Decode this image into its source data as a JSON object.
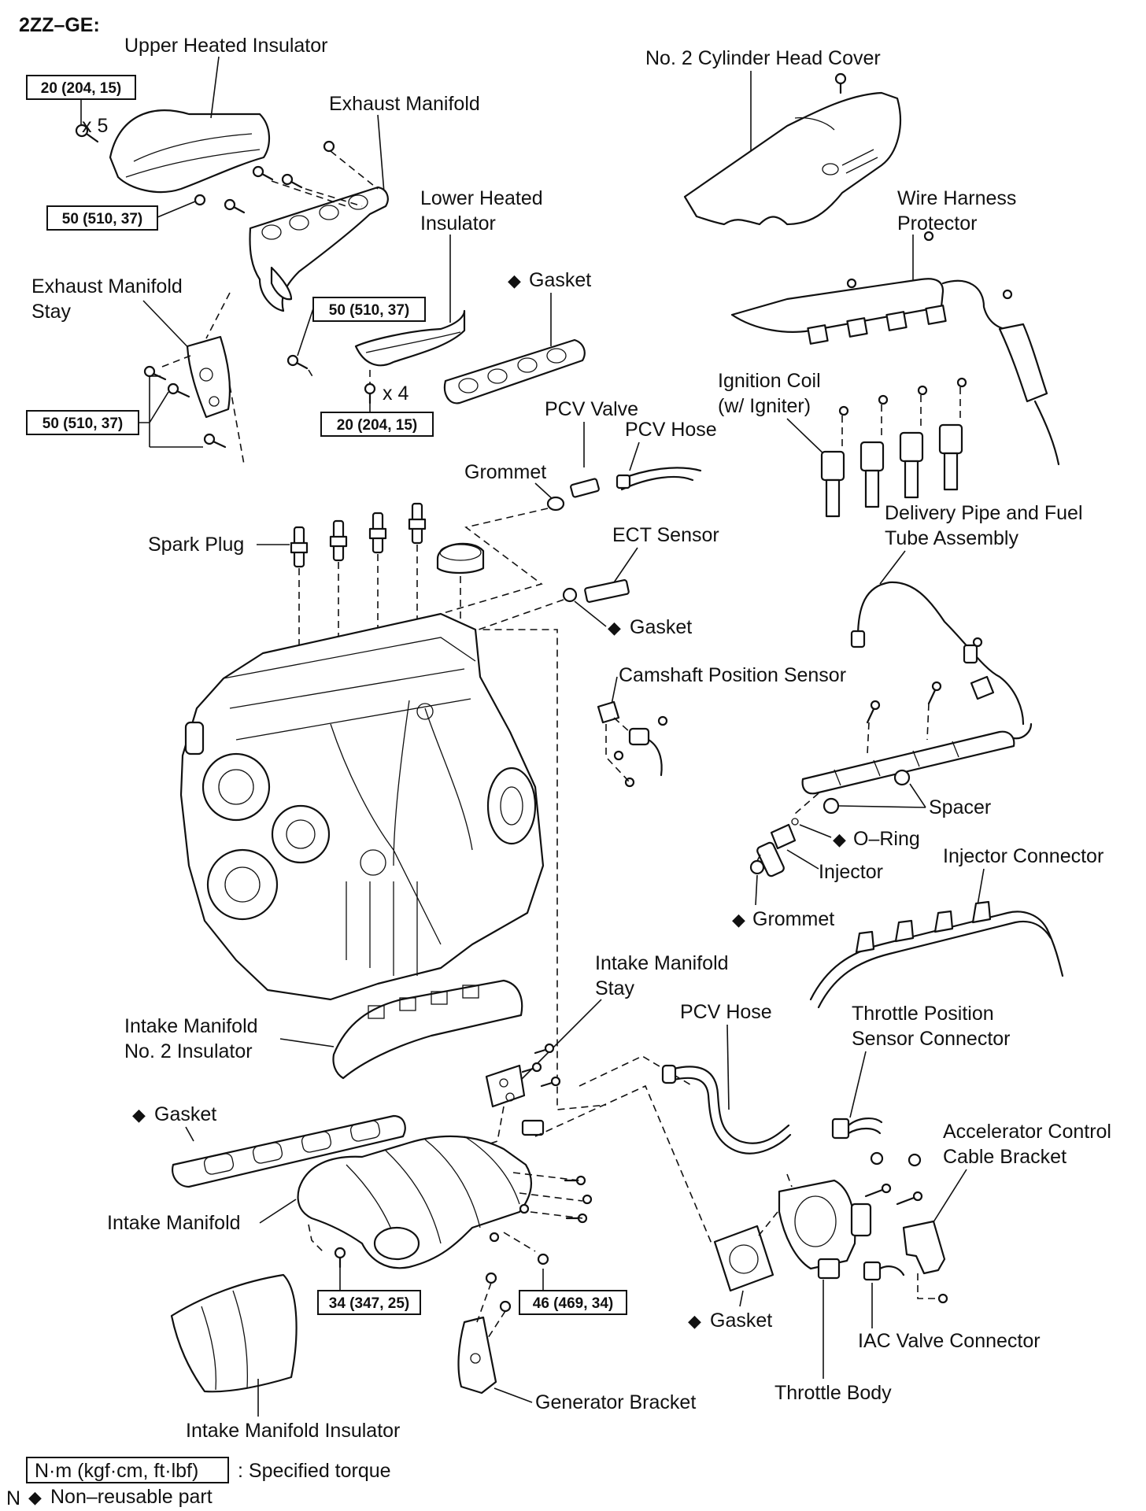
{
  "engine_code": "2ZZ–GE:",
  "labels": {
    "upper_heated_insulator": "Upper Heated Insulator",
    "exhaust_manifold": "Exhaust Manifold",
    "lower_heated_insulator_1": "Lower Heated",
    "lower_heated_insulator_2": "Insulator",
    "gasket_exhaust": "Gasket",
    "exhaust_manifold_stay_1": "Exhaust Manifold",
    "exhaust_manifold_stay_2": "Stay",
    "no2_cylinder_head_cover": "No. 2 Cylinder Head Cover",
    "wire_harness_protector_1": "Wire Harness",
    "wire_harness_protector_2": "Protector",
    "ignition_coil_1": "Ignition Coil",
    "ignition_coil_2": "(w/ Igniter)",
    "pcv_valve": "PCV Valve",
    "pcv_hose_top": "PCV Hose",
    "grommet_top": "Grommet",
    "spark_plug": "Spark Plug",
    "ect_sensor": "ECT Sensor",
    "gasket_ect": "Gasket",
    "delivery_pipe_1": "Delivery Pipe and Fuel",
    "delivery_pipe_2": "Tube Assembly",
    "camshaft_position_sensor": "Camshaft Position Sensor",
    "spacer": "Spacer",
    "o_ring": "O–Ring",
    "injector": "Injector",
    "injector_connector": "Injector Connector",
    "grommet_injector": "Grommet",
    "intake_manifold_stay_1": "Intake Manifold",
    "intake_manifold_stay_2": "Stay",
    "intake_manifold_no2_insulator_1": "Intake Manifold",
    "intake_manifold_no2_insulator_2": "No. 2 Insulator",
    "pcv_hose_bottom": "PCV Hose",
    "throttle_position_sensor_connector_1": "Throttle Position",
    "throttle_position_sensor_connector_2": "Sensor Connector",
    "gasket_intake": "Gasket",
    "accelerator_control_cable_bracket_1": "Accelerator Control",
    "accelerator_control_cable_bracket_2": "Cable Bracket",
    "intake_manifold": "Intake Manifold",
    "gasket_throttle": "Gasket",
    "iac_valve_connector": "IAC Valve Connector",
    "throttle_body": "Throttle Body",
    "generator_bracket": "Generator Bracket",
    "intake_manifold_insulator": "Intake Manifold Insulator",
    "x5": "x 5",
    "x4": "x 4"
  },
  "torque_specs": {
    "upper_insulator_bolt": "20 (204, 15)",
    "exhaust_manifold_nut": "50 (510, 37)",
    "lower_insulator_bolt": "50 (510, 37)",
    "stay_bolt": "50 (510, 37)",
    "lower_insulator_x4": "20 (204, 15)",
    "intake_manifold_stud": "34 (347, 25)",
    "intake_manifold_bolt": "46 (469, 34)"
  },
  "legend": {
    "torque_unit_box": "N·m (kgf·cm, ft·lbf)",
    "torque_unit_desc": ": Specified torque",
    "non_reusable": "Non–reusable part",
    "corner_mark": "N"
  },
  "symbols": {
    "non_reusable": "◆"
  }
}
